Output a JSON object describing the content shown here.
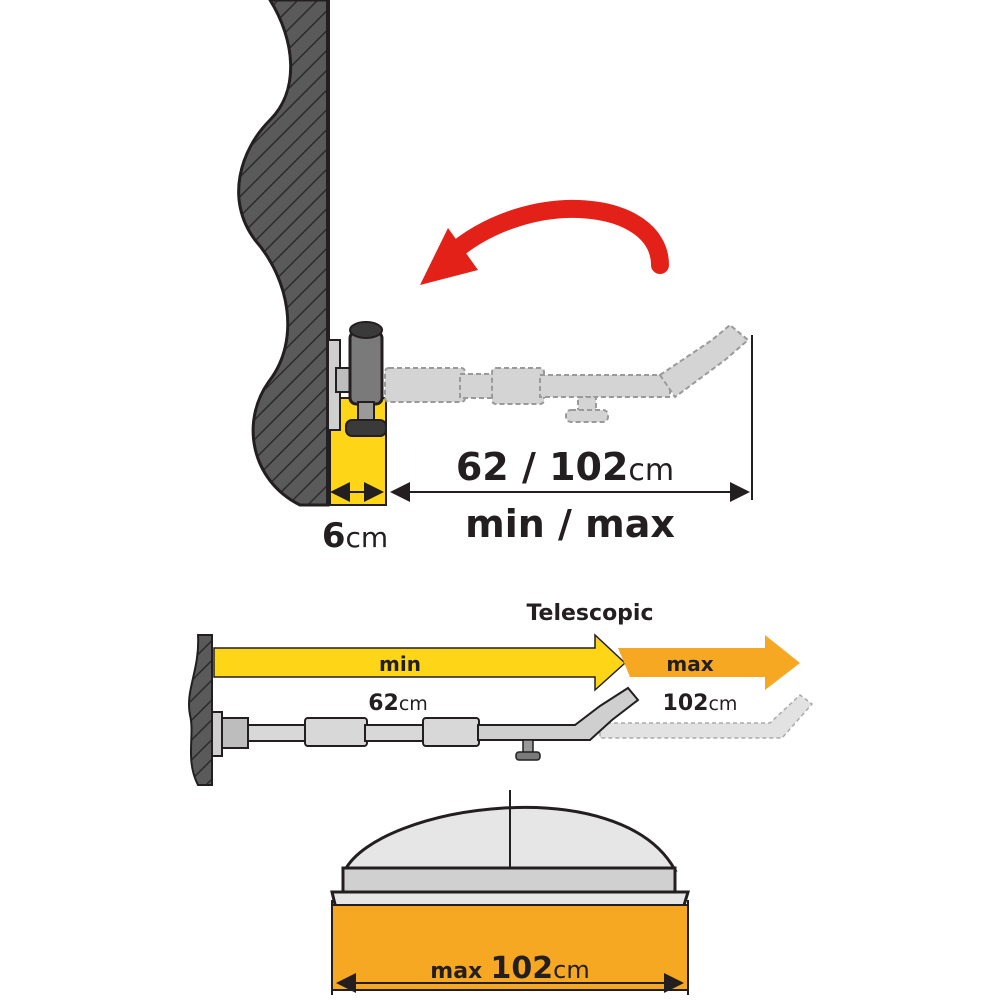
{
  "top_diagram": {
    "extension_value": "62 / 102",
    "extension_unit": "cm",
    "extension_caption": "min / max",
    "offset_value": "6",
    "offset_unit": "cm"
  },
  "middle_diagram": {
    "telescopic_label": "Telescopic",
    "min_label": "min",
    "max_label": "max",
    "min_value": "62",
    "min_unit": "cm",
    "max_value": "102",
    "max_unit": "cm"
  },
  "bottom_diagram": {
    "prefix": "max",
    "value": "102",
    "unit": "cm"
  },
  "colors": {
    "wall": "#5a5a5b",
    "yellow": "#ffd617",
    "orange": "#f7a823",
    "red_arrow": "#e32119",
    "ghost": "#cfcfcf",
    "dark": "#231f20"
  }
}
